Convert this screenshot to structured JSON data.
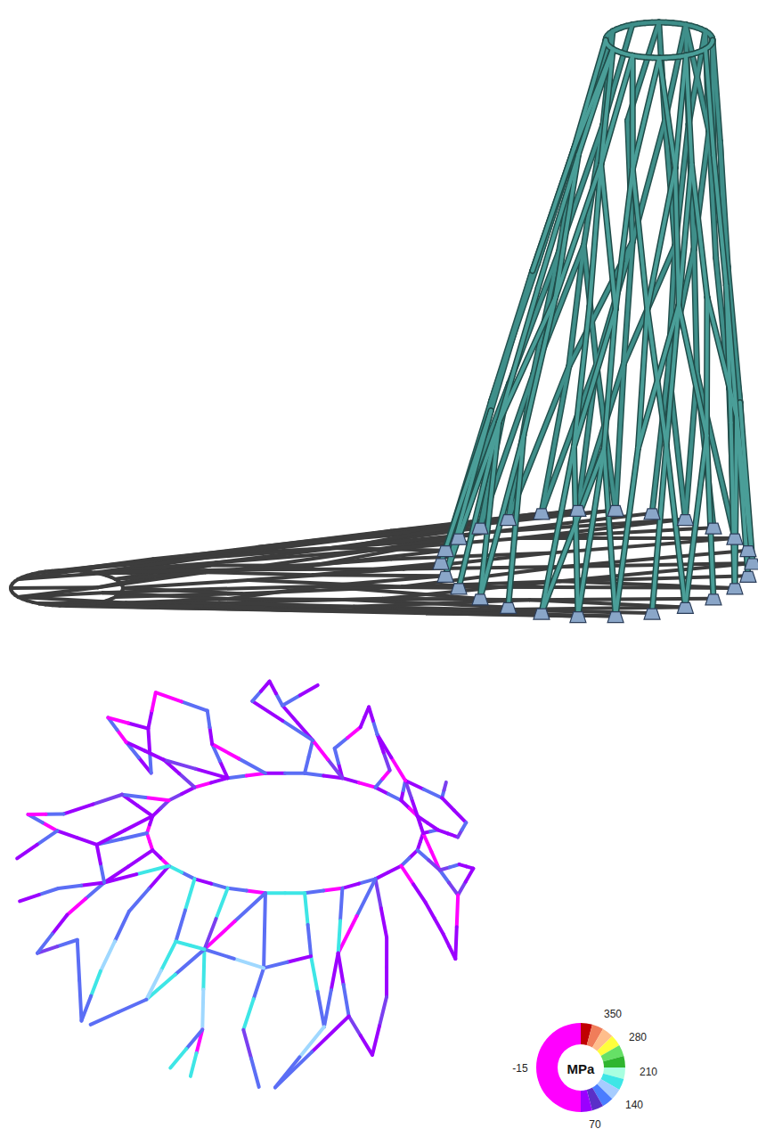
{
  "diagram": {
    "labels": [
      "350",
      "280",
      "210",
      "140",
      "70",
      "-15",
      "MPa"
    ]
  }
}
